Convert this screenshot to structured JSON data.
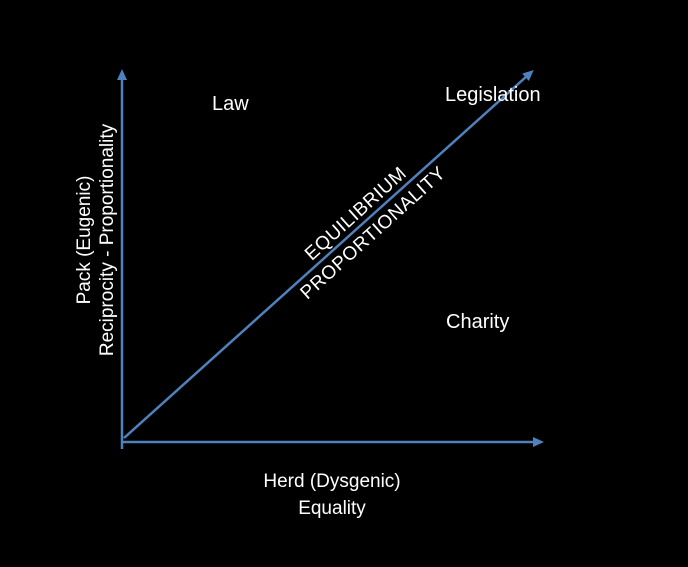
{
  "colors": {
    "background": "#000000",
    "axis": "#4F81BD",
    "text": "#FFFFFF"
  },
  "y_axis": {
    "line1": "Pack (Eugenic)",
    "line2": "Reciprocity - Proportionality"
  },
  "x_axis": {
    "line1": "Herd (Dysgenic)",
    "line2": "Equality"
  },
  "diagonal": {
    "line1": "EQUILIBRIUM",
    "line2": "PROPORTIONALITY"
  },
  "regions": {
    "top_left": "Law",
    "top_right": "Legislation",
    "bottom_right": "Charity"
  }
}
